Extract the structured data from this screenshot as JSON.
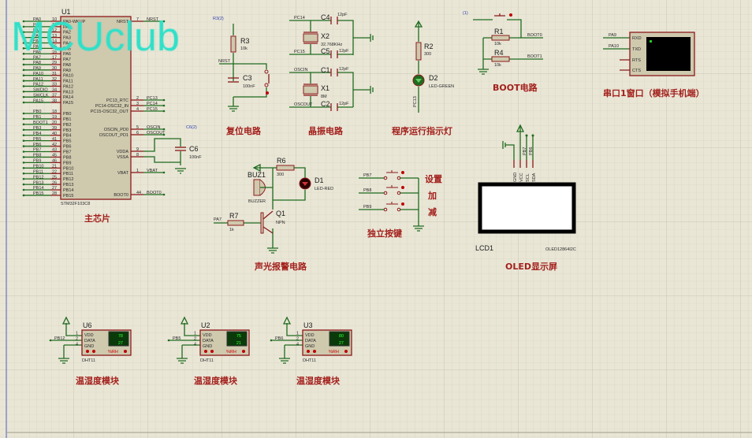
{
  "logo_text": "MCUclub",
  "colors": {
    "wire": "#1f6b1f",
    "component": "#8b1a1a",
    "title": "#a3201c",
    "background": "#e9e6d6",
    "logo": "#2fe0c8"
  },
  "mcu": {
    "ref": "U1",
    "part": "STM32F103C8",
    "title": "主芯片",
    "left_pins": [
      {
        "net": "PA0",
        "num": "10",
        "name": "PA0-WKUP"
      },
      {
        "net": "PA1",
        "num": "11",
        "name": "PA1"
      },
      {
        "net": "PA2",
        "num": "12",
        "name": "PA2"
      },
      {
        "net": "PA3",
        "num": "13",
        "name": "PA3"
      },
      {
        "net": "PA4",
        "num": "14",
        "name": "PA4"
      },
      {
        "net": "PA5",
        "num": "15",
        "name": "PA5"
      },
      {
        "net": "PA6",
        "num": "16",
        "name": "PA6"
      },
      {
        "net": "PA7",
        "num": "17",
        "name": "PA7"
      },
      {
        "net": "PA8",
        "num": "29",
        "name": "PA8"
      },
      {
        "net": "PA9",
        "num": "30",
        "name": "PA9"
      },
      {
        "net": "PA10",
        "num": "31",
        "name": "PA10"
      },
      {
        "net": "PA11",
        "num": "32",
        "name": "PA11"
      },
      {
        "net": "PA12",
        "num": "33",
        "name": "PA12"
      },
      {
        "net": "SWDIO",
        "num": "34",
        "name": "PA13"
      },
      {
        "net": "SWCLK",
        "num": "37",
        "name": "PA14"
      },
      {
        "net": "PA15",
        "num": "38",
        "name": "PA15"
      },
      {
        "net": "PB0",
        "num": "18",
        "name": "PB0"
      },
      {
        "net": "PB1",
        "num": "19",
        "name": "PB1"
      },
      {
        "net": "BOOT1",
        "num": "20",
        "name": "PB2"
      },
      {
        "net": "PB3",
        "num": "39",
        "name": "PB3"
      },
      {
        "net": "PB4",
        "num": "40",
        "name": "PB4"
      },
      {
        "net": "PB5",
        "num": "41",
        "name": "PB5"
      },
      {
        "net": "PB6",
        "num": "42",
        "name": "PB6"
      },
      {
        "net": "PB7",
        "num": "43",
        "name": "PB7"
      },
      {
        "net": "PB8",
        "num": "45",
        "name": "PB8"
      },
      {
        "net": "PB9",
        "num": "46",
        "name": "PB9"
      },
      {
        "net": "PB10",
        "num": "21",
        "name": "PB10"
      },
      {
        "net": "PB11",
        "num": "22",
        "name": "PB11"
      },
      {
        "net": "PB12",
        "num": "25",
        "name": "PB12"
      },
      {
        "net": "PB13",
        "num": "26",
        "name": "PB13"
      },
      {
        "net": "PB14",
        "num": "27",
        "name": "PB14"
      },
      {
        "net": "PB15",
        "num": "28",
        "name": "PB15"
      }
    ],
    "right_pins": [
      {
        "net": "NRST",
        "num": "7",
        "name": "NRST"
      },
      {
        "net": "PC13",
        "num": "2",
        "name": "PC13_RTC"
      },
      {
        "net": "PC14",
        "num": "3",
        "name": "PC14-OSC32_IN"
      },
      {
        "net": "PC15",
        "num": "4",
        "name": "PC15-OSC32_OUT"
      },
      {
        "net": "OSCIN",
        "num": "5",
        "name": "OSCIN_PD0"
      },
      {
        "net": "OSCOUT",
        "num": "6",
        "name": "OSCOUT_PD1"
      },
      {
        "net": "",
        "num": "9",
        "name": "VDDA"
      },
      {
        "net": "",
        "num": "8",
        "name": "VSSA"
      },
      {
        "net": "VBAT",
        "num": "1",
        "name": "VBAT"
      },
      {
        "net": "BOOT0",
        "num": "44",
        "name": "BOOT0"
      }
    ],
    "c6": {
      "ref": "C6",
      "value": "100nF",
      "probe": "C6(2)"
    }
  },
  "reset": {
    "title": "复位电路",
    "r_ref": "R3",
    "r_val": "10k",
    "c_ref": "C3",
    "c_val": "100nF",
    "net": "NRST",
    "probe": "R3(2)"
  },
  "crystal": {
    "title": "晶振电路",
    "x2_ref": "X2",
    "x2_val": "32.768KHz",
    "x1_ref": "X1",
    "x1_val": "8M",
    "c4": "C4",
    "c5": "C5",
    "c1": "C1",
    "c2": "C2",
    "cval": "12pF",
    "pc14": "PC14",
    "pc15": "PC15",
    "oscin": "OSCIN",
    "oscout": "OSCOUT"
  },
  "indicator": {
    "title": "程序运行指示灯",
    "r_ref": "R2",
    "r_val": "300",
    "d_ref": "D2",
    "d_val": "LED-GREEN",
    "net": "PC13"
  },
  "boot": {
    "title": "BOOT电路",
    "r1": "R1",
    "r4": "R4",
    "rval": "10k",
    "boot0": "BOOT0",
    "boot1": "BOOT1",
    "probe": "(1)"
  },
  "uart": {
    "title": "串口1窗口（模拟手机端）",
    "pins": [
      "RXD",
      "TXD",
      "RTS",
      "CTS"
    ],
    "pa9": "PA9",
    "pa10": "PA10"
  },
  "oled": {
    "title": "OLED显示屏",
    "ref": "LCD1",
    "part": "OLED12864I2C",
    "pins": [
      "GND",
      "VCC",
      "SCL",
      "SDA"
    ],
    "nets": [
      "PB7",
      "PB6"
    ]
  },
  "alarm": {
    "title": "声光报警电路",
    "buz_ref": "BUZ1",
    "buz_val": "BUZZER",
    "r6": "R6",
    "r6_val": "300",
    "d1": "D1",
    "d1_val": "LED-RED",
    "r7": "R7",
    "r7_val": "1k",
    "q1": "Q1",
    "q1_val": "NPN",
    "net": "PA7"
  },
  "keys": {
    "title": "独立按键",
    "nets": [
      "PB7",
      "PB8",
      "PB9"
    ],
    "labels": [
      "设置",
      "加",
      "减"
    ]
  },
  "dht": [
    {
      "ref": "U6",
      "part": "DHT11",
      "net": "PB12",
      "hum": "78",
      "temp": "27",
      "title": "温湿度模块"
    },
    {
      "ref": "U2",
      "part": "DHT11",
      "net": "PB5",
      "hum": "75",
      "temp": "21",
      "title": "温湿度模块"
    },
    {
      "ref": "U3",
      "part": "DHT11",
      "net": "PB6",
      "hum": "80",
      "temp": "27",
      "title": "温湿度模块"
    }
  ],
  "dht_pins": [
    "VDD",
    "DATA",
    "GND"
  ],
  "dht_unit": "%RH"
}
